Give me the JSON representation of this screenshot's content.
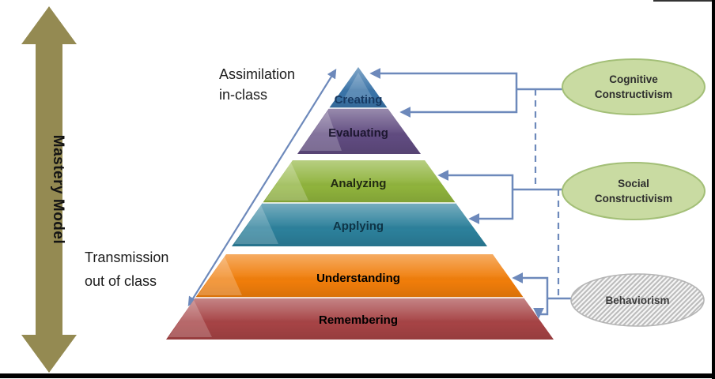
{
  "diagram": {
    "mastery_axis": {
      "label": "Mastery Model",
      "arrow_color": "#948a52"
    },
    "annotation_top": {
      "line1": "Assimilation",
      "line2": "in-class"
    },
    "annotation_bottom": {
      "line1": "Transmission",
      "line2": "out of class"
    },
    "pyramid": {
      "levels": [
        {
          "name": "Creating",
          "color": "#3a74a8",
          "label_color": "#173a63"
        },
        {
          "name": "Evaluating",
          "color": "#604b80",
          "label_color": "#1d1730"
        },
        {
          "name": "Analyzing",
          "color": "#8fb33c",
          "label_color": "#222a12"
        },
        {
          "name": "Applying",
          "color": "#2c809b",
          "label_color": "#0e3446"
        },
        {
          "name": "Understanding",
          "color": "#f07d0a",
          "label_color": "#000000"
        },
        {
          "name": "Remembering",
          "color": "#a64345",
          "label_color": "#000000"
        }
      ]
    },
    "theories": [
      {
        "line1": "Cognitive",
        "line2": "Constructivism",
        "fill": "#c9dba2",
        "stroke": "#a3bf77",
        "text_color": "#2d2d2d",
        "pattern": "solid"
      },
      {
        "line1": "Social",
        "line2": "Constructivism",
        "fill": "#c9dba2",
        "stroke": "#a3bf77",
        "text_color": "#2d2d2d",
        "pattern": "solid"
      },
      {
        "line1": "Behaviorism",
        "line2": "",
        "fill": "#f2f2f2",
        "stroke": "#b5b5b5",
        "text_color": "#3c3c3c",
        "pattern": "diagonal-hatch"
      }
    ],
    "connector_color": "#6d89bb",
    "border_color": "#000000"
  }
}
